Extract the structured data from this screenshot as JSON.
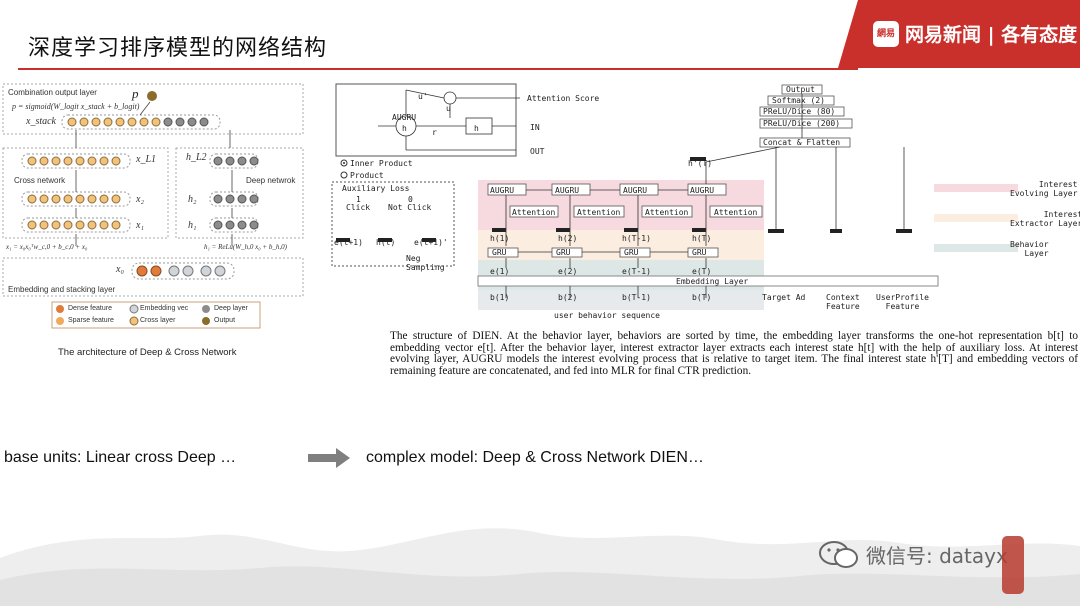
{
  "slide": {
    "title": "深度学习排序模型的网络结构",
    "brand_text": "网易新闻 | 各有态度",
    "brand_logo": "網易",
    "watermark": "微信号: datayx",
    "colors": {
      "brand_red": "#c9302c",
      "seal": "#b63a2e"
    }
  },
  "dcn": {
    "combination_layer": "Combination output layer",
    "p_symbol": "p",
    "p_formula": "p = sigmoid(W_logit x_stack + b_logit)",
    "x_stack": "x_stack",
    "cross_network": "Cross network",
    "deep_network": "Deep netwrok",
    "x_L1": "x_L1",
    "h_L2": "h_L2",
    "x2": "x₂",
    "x1": "x₁",
    "h2": "h₂",
    "h1": "h₁",
    "cross_formula": "x₁ = x₀x₀ᵀw_c,0 + b_c,0 + x₀",
    "deep_formula": "h₁ = ReLu(W_h,0 x₀ + b_h,0)",
    "x0": "x₀",
    "embedding_layer": "Embedding and stacking layer",
    "legend": [
      "Dense feature",
      "Embedding vec",
      "Deep layer",
      "Sparse feature",
      "Cross layer",
      "Output"
    ],
    "caption": "The architecture of Deep & Cross Network"
  },
  "dien": {
    "augru_label": "AUGRU",
    "u_prime": "u'",
    "u": "u",
    "h": "h",
    "r": "r",
    "attention_score": "Attention Score",
    "in": "IN",
    "out": "OUT",
    "inner_product": "Inner Product",
    "product": "Product",
    "auxiliary_loss": "Auxiliary Loss",
    "click_1": "1",
    "click": "Click",
    "not_click_0": "0",
    "not_click": "Not Click",
    "neg_sampling": "Neg\nSampling",
    "e_t1": "e(t+1)",
    "h_t": "h(t)",
    "e_t1b": "e(t+1)'",
    "augru_cells": [
      "AUGRU",
      "AUGRU",
      "AUGRU",
      "AUGRU"
    ],
    "attention_cells": [
      "Attention",
      "Attention",
      "Attention",
      "Attention"
    ],
    "h_states": [
      "h(1)",
      "h(2)",
      "h(T-1)",
      "h(T)"
    ],
    "gru_cells": [
      "GRU",
      "GRU",
      "GRU",
      "GRU"
    ],
    "e_states": [
      "e(1)",
      "e(2)",
      "e(T-1)",
      "e(T)"
    ],
    "b_states": [
      "b(1)",
      "b(2)",
      "b(T-1)",
      "b(T)"
    ],
    "embedding_layer": "Embedding Layer",
    "user_behavior_sequence": "user behavior sequence",
    "h_prime_T": "h'(T)",
    "mlp": [
      "Output",
      "Softmax (2)",
      "PReLU/Dice (80)",
      "PReLU/Dice (200)",
      "Concat & Flatten"
    ],
    "target_ad": "Target Ad",
    "context_feature": "Context\nFeature",
    "user_profile_feature": "UserProfile\nFeature",
    "legend_interest_evolving": "Interest\nEvolving Layer",
    "legend_interest_extractor": "Interest\nExtractor Layer",
    "legend_behavior": "Behavior\nLayer",
    "legend_colors": {
      "evolving": "#f6dadf",
      "extractor": "#fbeee0",
      "behavior": "#dde8e6"
    },
    "caption": "The structure of DIEN. At the behavior layer, behaviors are sorted by time, the embedding layer transforms the one-hot representation b[t] to embedding vector e[t]. After the behavior layer, interest extractor layer extracts each interest state h[t] with the help of auxiliary loss. At interest evolving layer, AUGRU models the interest evolving process that is relative to target item. The final interest state h'[T] and embedding vectors of remaining feature are concatenated, and fed into MLR for final CTR prediction."
  },
  "footer": {
    "base_units": "base units:  Linear  cross  Deep …",
    "complex_model": "complex model: Deep & Cross Network   DIEN…"
  }
}
